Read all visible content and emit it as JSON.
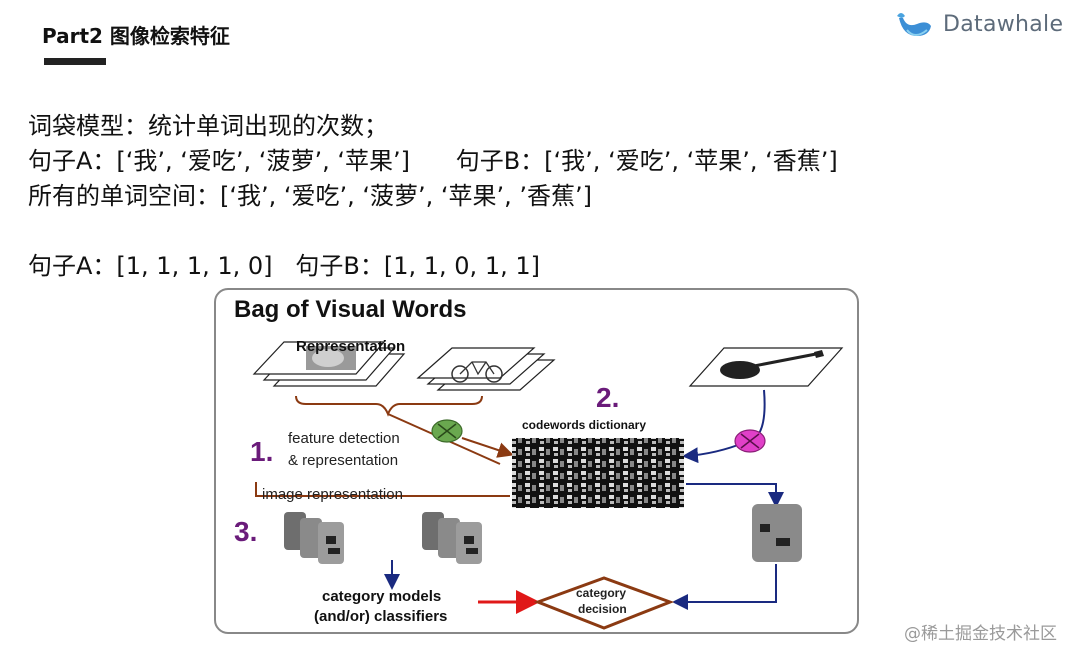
{
  "header": {
    "title": "Part2 图像检索特征",
    "logo_text": "Datawhale"
  },
  "body": {
    "lines": [
      "词袋模型：统计单词出现的次数；",
      "句子A：[‘我’, ‘爱吃’, ‘菠萝’, ‘苹果’]      句子B：[‘我’, ‘爱吃’, ‘苹果’, ‘香蕉’]",
      "所有的单词空间：[‘我’, ‘爱吃’, ‘菠萝’, ‘苹果’, ’香蕉’]",
      "",
      "句子A：[1, 1, 1, 1, 0]   句子B：[1, 1, 0, 1, 1]"
    ]
  },
  "figure": {
    "title": "Bag of Visual Words",
    "representation_label": "Representation",
    "step1_number": "1.",
    "step1_label_line1": "feature detection",
    "step1_label_line2": "& representation",
    "step2_number": "2.",
    "codewords_label": "codewords dictionary",
    "image_representation_label": "image representation",
    "step3_number": "3.",
    "models_label_line1": "category models",
    "models_label_line2": "(and/or) classifiers",
    "decision_label_line1": "category",
    "decision_label_line2": "decision",
    "colors": {
      "purple": "#6a1b7a",
      "brown": "#8b3a12",
      "navy": "#1a2a80",
      "red": "#e01818",
      "green_circle": "#6aa84f",
      "pink_circle": "#e040c8"
    }
  },
  "watermark": "@稀土掘金技术社区"
}
